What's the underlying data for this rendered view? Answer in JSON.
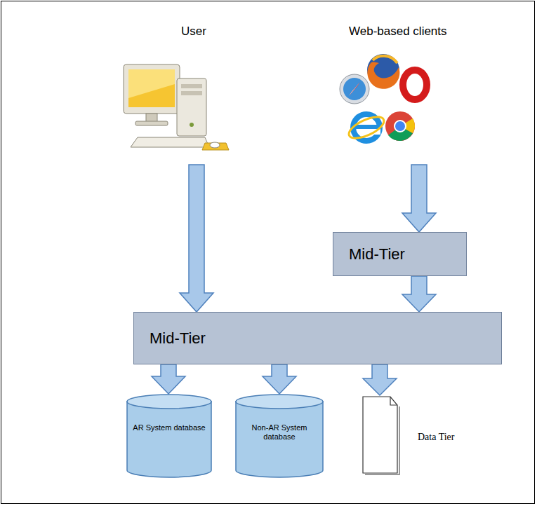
{
  "diagram": {
    "nodes": [
      {
        "text": [
          "Mid-Tier"
        ]
      },
      {
        "text": [
          "Mid-Tier"
        ]
      },
      {
        "text": [
          "AR System database"
        ]
      },
      {
        "text": [
          "Non-AR System database"
        ]
      }
    ],
    "edges": [
      {
        "from": 0,
        "to": 1,
        "arrow": "to"
      },
      {
        "from": 1,
        "to": 2,
        "arrow": "to"
      },
      {
        "from": 1,
        "to": 3,
        "arrow": "to"
      }
    ],
    "labels": [
      "User",
      "Web-based clients",
      "Data Tier"
    ]
  }
}
